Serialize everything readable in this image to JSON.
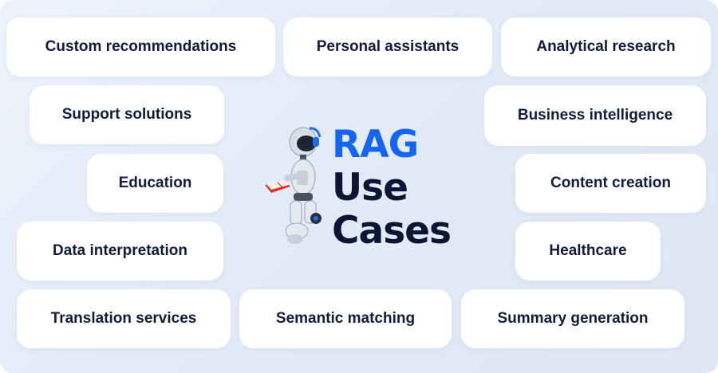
{
  "title": {
    "line1": "RAG",
    "line2": "Use",
    "line3": "Cases"
  },
  "use_cases": [
    "Custom recommendations",
    "Personal assistants",
    "Analytical research",
    "Support solutions",
    "Business intelligence",
    "Education",
    "Content creation",
    "Data interpretation",
    "Healthcare",
    "Translation services",
    "Semantic matching",
    "Summary generation"
  ],
  "colors": {
    "accent": "#1565f0",
    "text_dark": "#0c1533",
    "background": "#e3ebf8",
    "card": "#ffffff"
  },
  "illustration": "robot-reading-book-icon"
}
